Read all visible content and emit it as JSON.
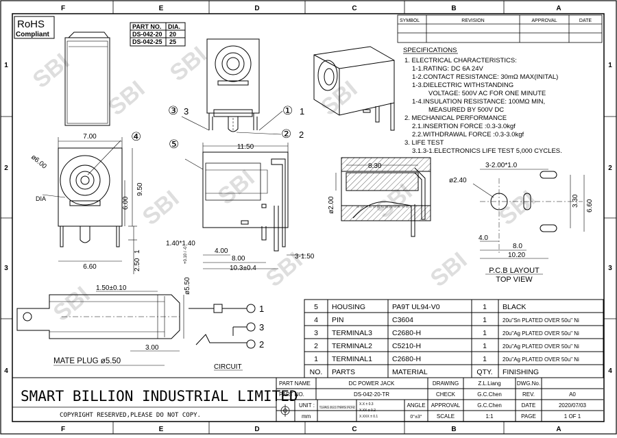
{
  "zones": {
    "columns": [
      "F",
      "E",
      "D",
      "C",
      "B",
      "A"
    ],
    "rows": [
      "1",
      "2",
      "3",
      "4"
    ]
  },
  "rohs": {
    "line1": "RoHS",
    "line2": "Compliant"
  },
  "watermark": "SBI",
  "part_table": {
    "headers": [
      "PART NO.",
      "DIA."
    ],
    "rows": [
      [
        "DS-042-20",
        "20"
      ],
      [
        "DS-042-25",
        "25"
      ]
    ]
  },
  "revision_table": {
    "headers": [
      "SYMBOL",
      "REVISION",
      "APPROVAL",
      "DATE"
    ]
  },
  "specifications": {
    "title": "SPECIFICATIONS",
    "lines": [
      "1. ELECTRICAL CHARACTERISTICS:",
      "1-1.RATING: DC 6A 24V",
      "1-2.CONTACT RESISTANCE: 30mΩ MAX(INITAL)",
      "1-3.DIELECTRIC WITHSTANDING",
      "VOLTAGE: 500V AC FOR ONE MINUTE",
      "1-4.INSULATION RESISTANCE: 100MΩ MIN,",
      "MEASURED BY 500V DC",
      "2. MECHANICAL PERFORMANCE",
      "2.1.INSERTION FORCE :0.3-3.0kgf",
      "2.2.WITHDRAWAL FORCE :0.3-3.0kgf",
      "3. LIFE TEST",
      "3.1.3-1.ELECTRONICS LIFE TEST 5,000 CYCLES."
    ]
  },
  "callouts": {
    "c1": "①",
    "c1n": "1",
    "c2": "②",
    "c2n": "2",
    "c3": "③",
    "c3n": "3",
    "c4": "④",
    "c5": "⑤"
  },
  "dimensions": {
    "front_width": "7.00",
    "front_dia": "ø6.00",
    "front_label_dia": "DIA",
    "front_h1": "6.00",
    "front_h2": "9.50",
    "front_bottom": "6.60",
    "front_pin1": "1",
    "front_pin2": "2.50",
    "side_width": "11.50",
    "side_b1": "1.40*1.40",
    "side_b2": "4.00",
    "side_b3": "8.00",
    "side_b4": "10.3±0.4",
    "side_b5": "3-1.50",
    "sect_len": "8.30",
    "sect_dia": "ø2.00",
    "pcb_top": "3-2.00*1.0",
    "pcb_hole": "ø2.40",
    "pcb_v1": "3.30",
    "pcb_v2": "6.60",
    "pcb_b1": "4.0",
    "pcb_b2": "8.0",
    "pcb_b3": "10.20",
    "plug_top": "1.50±0.10",
    "plug_dia": "ø5.50",
    "plug_tol": "+0.10 / -0",
    "plug_len": "3.00"
  },
  "pcb_layout": {
    "title": "P.C.B LAYOUT",
    "subtitle": "TOP VIEW"
  },
  "mate_plug_label": "MATE PLUG ø5.50",
  "circuit": {
    "label": "CIRCUIT",
    "p1": "1",
    "p2": "2",
    "p3": "3"
  },
  "bom": {
    "headers": [
      "NO.",
      "PARTS",
      "MATERIAL",
      "QTY.",
      "FINISHING"
    ],
    "rows": [
      [
        "5",
        "HOUSING",
        "PA9T UL94-V0",
        "1",
        "BLACK"
      ],
      [
        "4",
        "PIN",
        "C3604",
        "1",
        "20u\"Sn PLATED OVER 50u\" Ni"
      ],
      [
        "3",
        "TERMINAL3",
        "C2680-H",
        "1",
        "20u\"Ag PLATED OVER 50u\" Ni"
      ],
      [
        "2",
        "TERMINAL2",
        "C5210-H",
        "1",
        "20u\"Ag PLATED OVER 50u\" Ni"
      ],
      [
        "1",
        "TERMINAL1",
        "C2680-H",
        "1",
        "20u\"Ag PLATED OVER 50u\" Ni"
      ]
    ]
  },
  "title_block": {
    "company": "SMART BILLION INDUSTRIAL LIMITED",
    "copyright": "COPYRIGHT RESERVED,PLEASE DO NOT COPY.",
    "part_name_label": "PART NAME",
    "part_name": "DC POWER JACK",
    "part_no_label": "PART NO.",
    "part_no": "DS-042-20-TR",
    "unit_label": "UNIT :",
    "unit": "mm",
    "tol_label": "TOLERANCE UNLESS OTHERWISE SPECIFIED",
    "tol1": "X.X ± 0.3",
    "tol2": "X.XX ± 0.2",
    "tol3": "X.XXX ± 0.1",
    "angle": "ANGLE",
    "angle_val": "0°±3°",
    "drawing_label": "DRAWING",
    "drawing": "Z.L.Liang",
    "check_label": "CHECK",
    "check": "G.C.Chen",
    "approval_label": "APPROVAL",
    "approval": "G.C.Chen",
    "scale_label": "SCALE",
    "scale": "1:1",
    "dwg_label": "DWG.No.",
    "dwg": "",
    "rev_label": "REV.",
    "rev": "A0",
    "date_label": "DATE",
    "date": "2020/07/03",
    "page_label": "PAGE",
    "page": "1 OF 1"
  }
}
